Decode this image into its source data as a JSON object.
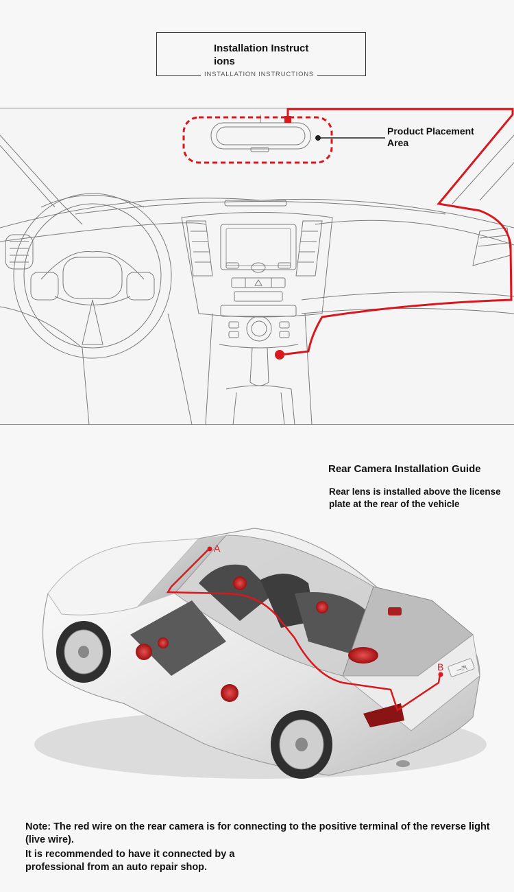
{
  "header": {
    "title": "Installation Instruct ions",
    "subtitle": "INSTALLATION INSTRUCTIONS"
  },
  "dashboard": {
    "placement_label": "Product Placement Area",
    "wire_color": "#d8181e"
  },
  "rear": {
    "title": "Rear Camera Installation Guide",
    "description": "Rear lens is installed above the license plate at the rear of the vehicle",
    "marker_a": "A",
    "marker_b": "B",
    "plate_text": "一汽"
  },
  "note": {
    "line1": "Note: The red wire on the rear camera is for connecting to the positive terminal of the reverse light (live wire).",
    "line2": "It is recommended to have it connected by a professional from an auto repair shop."
  }
}
